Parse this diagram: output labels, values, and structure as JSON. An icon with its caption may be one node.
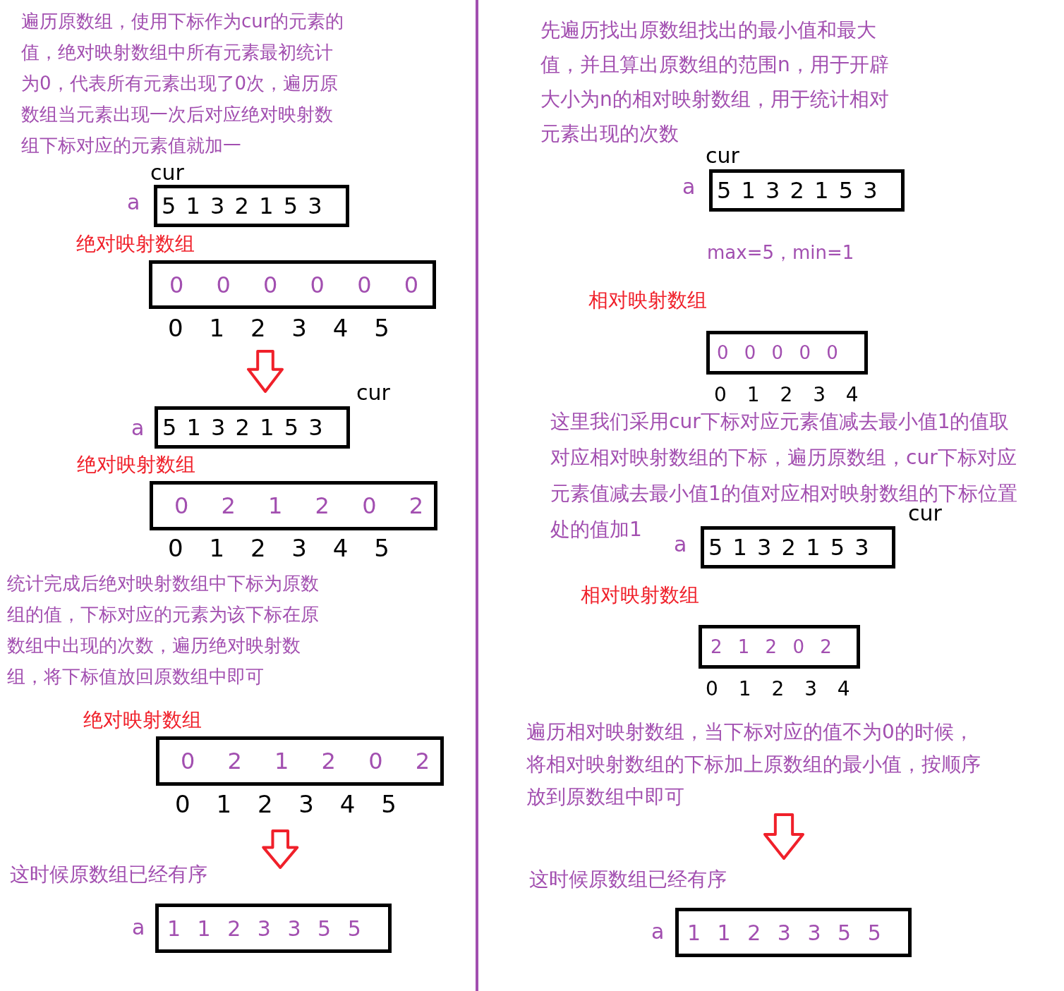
{
  "diagram": {
    "nodes": [
      {
        "text": [
          "5 1 3 2 1 5 3"
        ],
        "beside": [
          "cur",
          "a"
        ]
      },
      {
        "text": [
          "0 0 0 0 0 0"
        ],
        "beside": [
          "绝对映射数组",
          "0 1 2 3 4 5"
        ]
      },
      {
        "text": [
          "5 1 3 2 1 5 3"
        ],
        "beside": [
          "cur",
          "a"
        ]
      },
      {
        "text": [
          "0 2 1 2 0 2"
        ],
        "beside": [
          "绝对映射数组",
          "0 1 2 3 4 5"
        ]
      },
      {
        "text": [
          "0 2 1 2 0 2"
        ],
        "beside": [
          "绝对映射数组",
          "0 1 2 3 4 5"
        ]
      },
      {
        "text": [
          "1 1 2 3 3 5 5"
        ],
        "beside": [
          "a"
        ]
      },
      {
        "text": [
          "5 1 3 2 1 5 3"
        ],
        "beside": [
          "cur",
          "a"
        ]
      },
      {
        "text": [
          "0 0 0 0 0"
        ],
        "beside": [
          "相对映射数组",
          "0 1 2 3 4"
        ]
      },
      {
        "text": [
          "5 1 3 2 1 5 3"
        ],
        "beside": [
          "cur",
          "a"
        ]
      },
      {
        "text": [
          "2 1 2 0 2"
        ],
        "beside": [
          "相对映射数组",
          "0 1 2 3 4"
        ]
      },
      {
        "text": [
          "遍历相对映射数组，当下标对应的值不为0的时候，将相对映射数组的下标加上原数组的最小值，按顺序放到原数组中即可"
        ]
      },
      {
        "text": [
          "1 1 2 3 3 5 5"
        ],
        "beside": [
          "a"
        ]
      }
    ],
    "edges": [
      {
        "from": 1,
        "to": 2,
        "arrow": "to"
      },
      {
        "from": 4,
        "to": 5,
        "arrow": "to"
      },
      {
        "from": 10,
        "to": 11,
        "arrow": "to"
      }
    ],
    "labels": [
      "遍历原数组，使用下标作为cur的元素的值，绝对映射数组中所有元素最初统计为0，代表所有元素出现了0次，遍历原数组当元素出现一次后对应绝对映射数组下标对应的元素值就加一",
      "统计完成后绝对映射数组中下标为原数组的值，下标对应的元素为该下标在原数组中出现的次数，遍历绝对映射数组，将下标值放回原数组中即可",
      "这时候原数组已经有序",
      "先遍历找出原数组找出的最小值和最大值，并且算出原数组的范围n，用于开辟大小为n的相对映射数组，用于统计相对元素出现的次数",
      "max=5，min=1",
      "这里我们采用cur下标对应元素值减去最小值1的值取对应相对映射数组的下标，遍历原数组，cur下标对应元素值减去最小值1的值对应相对映射数组的下标位置处的值加1",
      "这时候原数组已经有序"
    ]
  }
}
